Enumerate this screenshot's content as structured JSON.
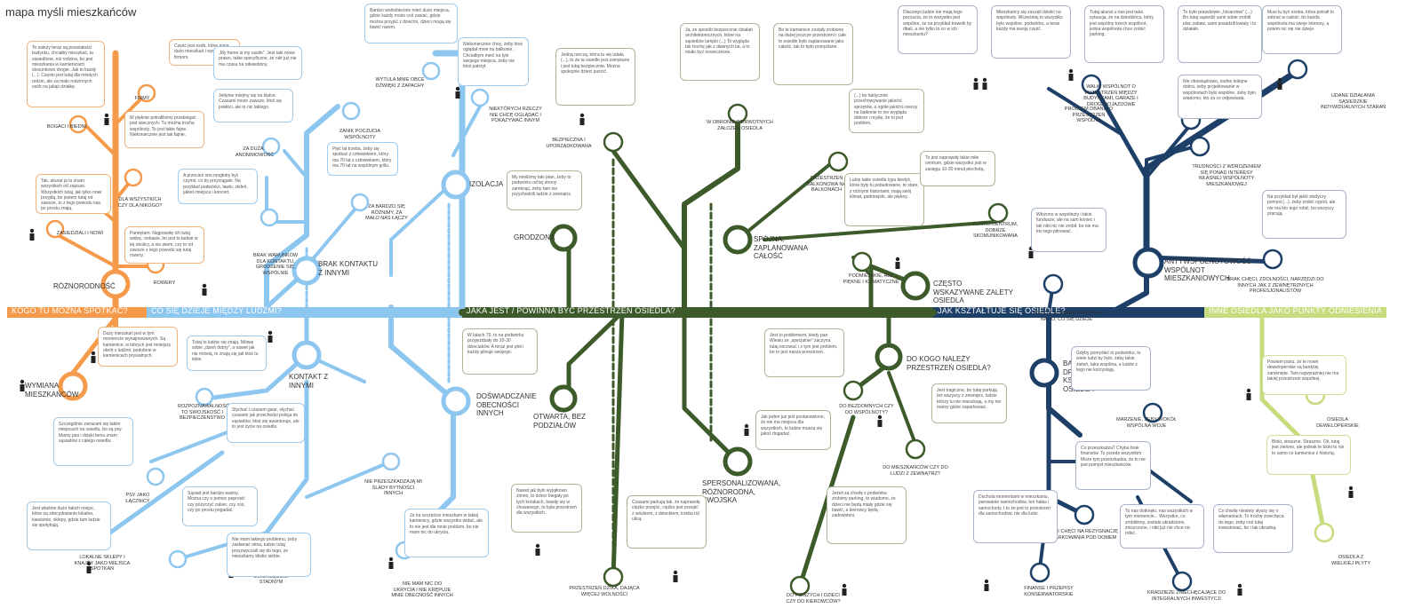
{
  "title": "mapa myśli mieszkańców",
  "colors": {
    "orange": "#f59a4a",
    "light_blue": "#8dc6ef",
    "dark_green": "#3d5a2a",
    "navy": "#1d3f68",
    "lime": "#c7dc7e"
  },
  "categories": [
    {
      "label": "KOGO TU MOŻNA SPOTKAĆ?",
      "color": "#f59a4a"
    },
    {
      "label": "CO SIĘ DZIEJE MIĘDZY LUDŹMI?",
      "color": "#8dc6ef"
    },
    {
      "label": "JAKA JEST / POWINNA BYĆ PRZESTRZEŃ OSIEDLA?",
      "color": "#3d5a2a"
    },
    {
      "label": "JAK KSZTAŁTUJE SIĘ OSIEDLE?",
      "color": "#1d3f68"
    },
    {
      "label": "INNE OSIEDLA JAKO PUNKTY ODNIESIENIA",
      "color": "#c7dc7e"
    }
  ],
  "hubs": [
    {
      "label": "RÓŻNORODNOŚĆ"
    },
    {
      "label": "WYMIANA MIESZKAŃCÓW"
    },
    {
      "label": "BRAK KONTAKTU Z INNYMI"
    },
    {
      "label": "IZOLACJA"
    },
    {
      "label": "KONTAKT Z INNYMI"
    },
    {
      "label": "DOŚWIADCZANIE OBECNOŚCI INNYCH"
    },
    {
      "label": "GRODZONA"
    },
    {
      "label": "OTWARTA, BEZ PODZIAŁÓW"
    },
    {
      "label": "SPÓJNA, ZAPLANOWANA CAŁOŚĆ"
    },
    {
      "label": "CZĘSTO WSKAZYWANE ZALETY OSIEDLA"
    },
    {
      "label": "DO KOGO NALEŻY PRZESTRZEŃ OSIEDLA?"
    },
    {
      "label": "SPERSONALIZOWANA, RÓŻNORODNA, SWOJSKA"
    },
    {
      "label": "ANTYWSPÓLNOTOWOŚĆ WSPÓLNOT MIESZKANIOWYCH"
    },
    {
      "label": "BARIERY NA DRODZE DO KSZTAŁTOWANIA OSIEDLA"
    }
  ],
  "leaves": [
    {
      "label": "FIRMY"
    },
    {
      "label": "BOGACI I BIEDNI"
    },
    {
      "label": "DLA WSZYSTKICH CZY DLA NIKOGO?"
    },
    {
      "label": "ZASIEDZIALI I NOWI"
    },
    {
      "label": "ROWERY"
    },
    {
      "label": "ZA DUŻA ANONIMOWOŚĆ"
    },
    {
      "label": "ZANIK POCZUCIA WSPÓLNOTY"
    },
    {
      "label": "BRAK WARUNKÓW DLA KONTAKTU, GRODZENIE SIĘ, WSPÓLNIE"
    },
    {
      "label": "ZA BARDZO SIĘ RÓŻNIMY, ZA MAŁO NAS ŁĄCZY"
    },
    {
      "label": "WYTULA MNIE OBCE DŹWIĘKI Z ZAPACHY"
    },
    {
      "label": "NIEKTÓRYCH RZECZY NIE CHCĘ OGLĄDAĆ I POKAZYWAĆ INNYM"
    },
    {
      "label": "ROZPOZNAWALNOŚĆ TO SWOJSKOŚĆ I BEZPIECZEŃSTWO"
    },
    {
      "label": "PSY JAKO ŁĄCZNICY"
    },
    {
      "label": "NIE PRZESZKADZAJĄ MI ŚLADY BYTNOŚCI INNYCH"
    },
    {
      "label": "LOKALNE SKLEPY I KNAJPY JAKO MIEJSCA SPOTKAŃ"
    },
    {
      "label": "CZŁOWIEK ZWIERZĘCIEM STADNYM"
    },
    {
      "label": "NIE MAM NIC DO UKRYCIA I NIE KRĘPUJE MNIE OBECNOŚĆ INNYCH"
    },
    {
      "label": "BEZPIECZNA I UPORZĄDKOWANA"
    },
    {
      "label": "W OBRONIE PIERWOTNYCH ZAŁOŻEŃ OSIEDLA"
    },
    {
      "label": "PRZESTRZEŃ BALKONOWA NA BALKONACH"
    },
    {
      "label": "BLISKO CENTRUM, DOBRZE SKOMUNIKOWANA"
    },
    {
      "label": "PODMIEJSKIE, ALE PIĘKNE I KLIMATYCZNE"
    },
    {
      "label": "PRZESTRZEŃ DZIKA, DAJĄCA WIĘCEJ WOLNOŚCI"
    },
    {
      "label": "DO BEZDOMNYCH CZY DO WSPÓLNOTY?"
    },
    {
      "label": "DO MIESZKAŃCÓW CZY DO LUDZI Z ZEWNĄTRZ?"
    },
    {
      "label": "DO PIESZYCH I DZIECI CZY DO KIEROWCÓW?"
    },
    {
      "label": "PROBLEM DBANIA O PRZESTRZEŃ WSPÓLNĄ"
    },
    {
      "label": "WALKI WSPÓLNOT O PRZESTRZEŃ MIĘDZY BUDYNKAMI, GARAŻE I DROGI DOJAZDOWE"
    },
    {
      "label": "UDANE DZIAŁANIA SĄSIEDZKIE INDYWIDUALNYCH STARAŃ"
    },
    {
      "label": "TRUDNOŚCI Z WDROŻENIEM SIĘ PONAD INTERESY WŁASNEJ WSPÓLNOTY MIESZKANIOWEJ"
    },
    {
      "label": "POCZUCIE BRAKU WPŁYWU NA TO, CO SIĘ DZIEJE"
    },
    {
      "label": "BRAK CHĘCI, ZDOLNOŚCI, NARZĘDZI DO INNYCH JAK Z ZEWNĘTRZNYCH PROFESJONALISTÓW"
    },
    {
      "label": "MARZENIE, ŻEBY WOKÓŁ WSPÓLNA WOJE"
    },
    {
      "label": "BRAK CHĘCI NA REZYGNACJĘ Z PARKOWANIA POD DOMEM"
    },
    {
      "label": "FINANSE I PRZEPISY KONSERWATORSKIE"
    },
    {
      "label": "KRADZIEŻE ZNIECHĘCAJĄCE DO INTEGRALNYCH INWESTYCJI"
    },
    {
      "label": "OSIEDLA DEWELOPERSKIE"
    },
    {
      "label": "OSIEDLA Z WIELKIEJ PŁYTY"
    }
  ],
  "bubbles": [
    {
      "text": "To zależy teraz są powstałości budynku, chciałby mieszkać, ta zasiedlone, niż rodzina, bo jest mieszkania w kamienicach stosunkowo drogie. Jak to każdy (...). Często jest tutaj dla młodych rodzin, ale za mało rodzinnych osób na jakąś działkę."
    },
    {
      "text": "Część jest osób, które mają dużo mieszkań i wynajmują to firmom."
    },
    {
      "text": "W pięknie potrafiliśmy przebiegać pod wiecznych. Tu można trochę wspólnoty. To jest takie fajne. Niekoniecznie jest tak fajnie."
    },
    {
      "text": "Tak, akurat ja tu znam wszystkich od zawsze. Wszystkich tutaj, jak tylko nowi przyjdą, bo jestem tutaj od zawsze, to z tego powodu nas po prostu znają."
    },
    {
      "text": "Pamiętam: Najprawdę ich tutaj widzę, ciekawe, bo jest to ładnie w tej okolicy, a nie wiem, czy to od zawsze z tego powodu się tutaj rowery."
    },
    {
      "text": "Duży mieszkań jest w tym momencie wynajmowanych. Są kamienice, w których jest mniejszy obrót z ludźmi, podobnie w kamienicach prywatnych."
    },
    {
      "text": "Bardzo wolnobieżnie mieć dużo miejsca, gdzie każdy może coś zasiać, gdzie można przyjść z dziećmi, dzieci mogą się bawić razem."
    },
    {
      "text": "Niekoniecznie chcę, żeby ktoś oglądał mnie na balkonie. Chciałbym mieć na tyle swojego miejsca, żeby nie ktoś patrzył."
    },
    {
      "text": "„My home is my castle”. Jest taki nowe prawo, takie specyficzne, że nikt już nie ma czasu na odwiedziny."
    },
    {
      "text": "Jedynie miejmy się na klatce. Czasami może zawsze, ktoś się pokłóci, ale to nic takiego."
    },
    {
      "text": "Pięć lat trzeba, żeby się spotkać z człowiekiem, który ma 70 lat z człowiekiem, który ma 70 lat na wspólnym grillu."
    },
    {
      "text": "A przecież ono mogłoby być czymś, co by przyciągało. Na przykład podwórko, ławki, zieleń, jakieś miejsca i koncert."
    },
    {
      "text": "Tutaj to ludzie się znają. Mówię sobie „dzień dobry”, a nawet jak nie mówią, to znają się jak ktoś tu idzie."
    },
    {
      "text": "Słychać i czasem gwar, słychać czasami jak przechodzi policja do sąsiadów, ktoś się awanturuje, ale to jest życie na osiedlu."
    },
    {
      "text": "Szczególnie zwracam się takim miejscach na osiedlu, bo są psy. Mamy psa i dzięki temu znam sąsiadów z całego osiedla."
    },
    {
      "text": "Jest właśnie dużo takich miejsc, które są zdecydowanie lokalne, kawiarnie, sklepy, gdzie tam ludzie się spotykają."
    },
    {
      "text": "Sąsiad jest bardzo ważny. Można czy o pomoc poprosić czy pożyczyć cukier, czy coś, czy po prostu pogadać."
    },
    {
      "text": "Nie mam takiego problemu, żeby zasłaniać okna, ludzie tutaj przyzwyczaili się do tego, że mieszkamy blisko siebie."
    },
    {
      "text": "Ja na szczęście mieszkam w takiej kamienicy, gdzie wszystko widać, ale to nie jest dla mnie problem, bo nie mam nic do ukrycia."
    },
    {
      "text": "Jedną rzeczą, która tu się udała (...), to że ta osiedle jest zamykane i jest tutaj bezpiecznie. Można spokojnie dzieci puścić."
    },
    {
      "text": "My mieliśmy taki plan, żeby to podwórko od tej strony zamknąć, żeby tam nie przychodzili ludzie z zewnątrz."
    },
    {
      "text": "W latach 70. to na podwórku przyjeżdżały do 20-30 dzieciaków. A teraz jest płot i każdy pilnuje swojego."
    },
    {
      "text": "Nawet jak było wyjątkowo zimno, to dzieci biegały po tych krzakach, bawiły się w chowanego, to była przestrzeń dla wszystkich."
    },
    {
      "text": "Ja, ze sposób bezpiecznie działań architektonicznych, które na sąsiedzie lampki (...) To wygląda tak trochę jak z dawnych lat, a to miało być nowoczesne."
    },
    {
      "text": "Bo te kamienice zostały zrobione na dużej jeszcze przestrzeni i całe to osiedle było zaplanowane jako całość, tak to było pomyślane."
    },
    {
      "text": "(...) bo faktycznie przechowywanie jakichś sprzętów, o ogóle jakichś rzeczy na balkonie to nie wygląda dobrze i myślę, że to jest problem."
    },
    {
      "text": "Lubię takie osiedla typu kiedyś, które były tu pobudowane, te stare, z różnymi historiami, mają swój klimat, podmiejski, ale piękny."
    },
    {
      "text": "To jest naprawdę takie miłe centrum, gdzie wszystko jest w zasięgu 10-20 minut piechotą."
    },
    {
      "text": "Jest to problemem, kiedy pan Wiesiu ze „specjalnie” zaczyna tutaj nocować i z tym jest problem, bo to jest nasza przestrzeń."
    },
    {
      "text": "Jest tragiczne, bo tutaj parkują też wszyscy z zewnątrz, ludzie którzy tu nie mieszkają, a my nie mamy gdzie zaparkować."
    },
    {
      "text": "Jak jeden już jest postanowione, że nie ma miejsca dla wszystkich, to ludzie muszą się jakoś dogadać."
    },
    {
      "text": "Czasami parkują tak, że naprawdę ciężko przejść, ciężko jest przejść z wózkiem, z dzieckiem, trzeba iść ulicą."
    },
    {
      "text": "Jeżeli za chwilę z podwórka zrobimy parking, to wiadomo, że dzieci nie będą miały gdzie się bawić, a kierowcy będą zadowoleni."
    },
    {
      "text": "Dlaczego ludzie nie mają tego poczucia, że to wszystko jest wspólne, że na przykład trawnik by dbali, a nie tylko to co w ich mieszkaniu?"
    },
    {
      "text": "Mieszkańcy się zaczęli dzielić na wspólnoty. Wcześniej to wszystko było wspólne, podwórko, a teraz każdy ma swoją część."
    },
    {
      "text": "Tutaj akurat u nas jest taka sytuacja, że na dziedzińcu, który jest wspólny trzech wspólnot, jedna wspólnota chce zrobić parking."
    },
    {
      "text": "To było prawdziwie „hiciarstwo” (...) Bo tutaj sąsiedzi sami sobie zrobili plac zabaw, sami posadzili kwiaty i to działało."
    },
    {
      "text": "Musi tu być osoba, która potrafi to zebrać w całość, bo każda wspólnota ma swoje interesy, a potem nic się nie dzieje."
    },
    {
      "text": "Nie obowiązkowo, żadne kolejne dobra, żeby projektowanie w wspólnotach było wspólne, żeby było wiadomo, kto za co odpowiada."
    },
    {
      "text": "Włożono w wspólnoty i takie fundusze, ale na sam koniec i tak nikt nic nie zrobił, bo nie ma kto tego pilnować."
    },
    {
      "text": "Na przykład był jakiś słodyczy pomysł (...), żeby zrobić ogród, ale nie ma kto tego robić, bo wszyscy pracują."
    },
    {
      "text": "Gdyby pomyśleć to podwórko, to wiele ludzi by było, żeby takie zieleń, taka wspólna, a ludzie z tego nie korzystają."
    },
    {
      "text": "Co przeszkadza? Chyba brak finansów. To przede wszystkim. Może tym przeszkadza, że to nie jest pomysł mieszkańców."
    },
    {
      "text": "Duchota momentami w mieszkaniu, parowanie samochodów, ten hałas i samochody. I to że jest to przestrzeń dla samochodów, nie dla ludzi."
    },
    {
      "text": "To nas dotknęło, nas wszystkich w tym momencie... Wszystko, co zrobiliśmy, zostało ukradzione, zniszczone, i nikt już nie chce nic robić."
    },
    {
      "text": "Co chwilę niestety słyszy się o włamaniach. To trochę zniechęca do tego, żeby coś tutaj inwestować, bo i tak ukradną."
    },
    {
      "text": "Powiem panu, że te nowe deweloperskie są bardziej zamknięte. Tam najwyraźniej nie ma takiej przestrzeni wspólnej."
    },
    {
      "text": "Bloki, straszne. Straszne. Ok, tutaj jest zielono, ale jednak te bloki to nie to samo co kamienice z historią."
    }
  ]
}
